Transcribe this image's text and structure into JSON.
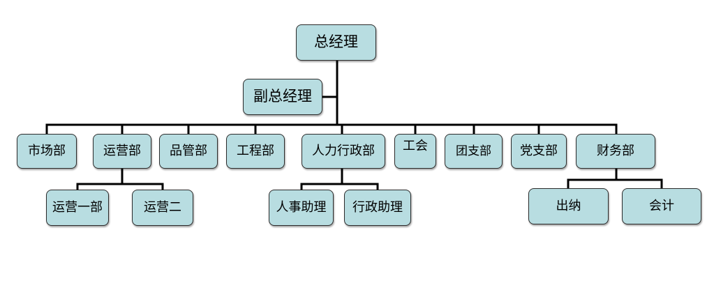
{
  "colors": {
    "node_fill": "#b8dde1",
    "node_border": "#2b2b2b",
    "connector": "#000000"
  },
  "org": {
    "root": {
      "label": "总经理"
    },
    "deputy": {
      "label": "副总经理"
    },
    "departments": [
      {
        "label": "市场部"
      },
      {
        "label": "运营部",
        "children": [
          {
            "label": "运营一部"
          },
          {
            "label": "运营二"
          }
        ]
      },
      {
        "label": "品管部"
      },
      {
        "label": "工程部"
      },
      {
        "label": "人力行政部",
        "children": [
          {
            "label": "人事助理"
          },
          {
            "label": "行政助理"
          }
        ]
      },
      {
        "label": "工会"
      },
      {
        "label": "团支部"
      },
      {
        "label": "党支部"
      },
      {
        "label": "财务部",
        "children": [
          {
            "label": "出纳"
          },
          {
            "label": "会计"
          }
        ]
      }
    ]
  }
}
